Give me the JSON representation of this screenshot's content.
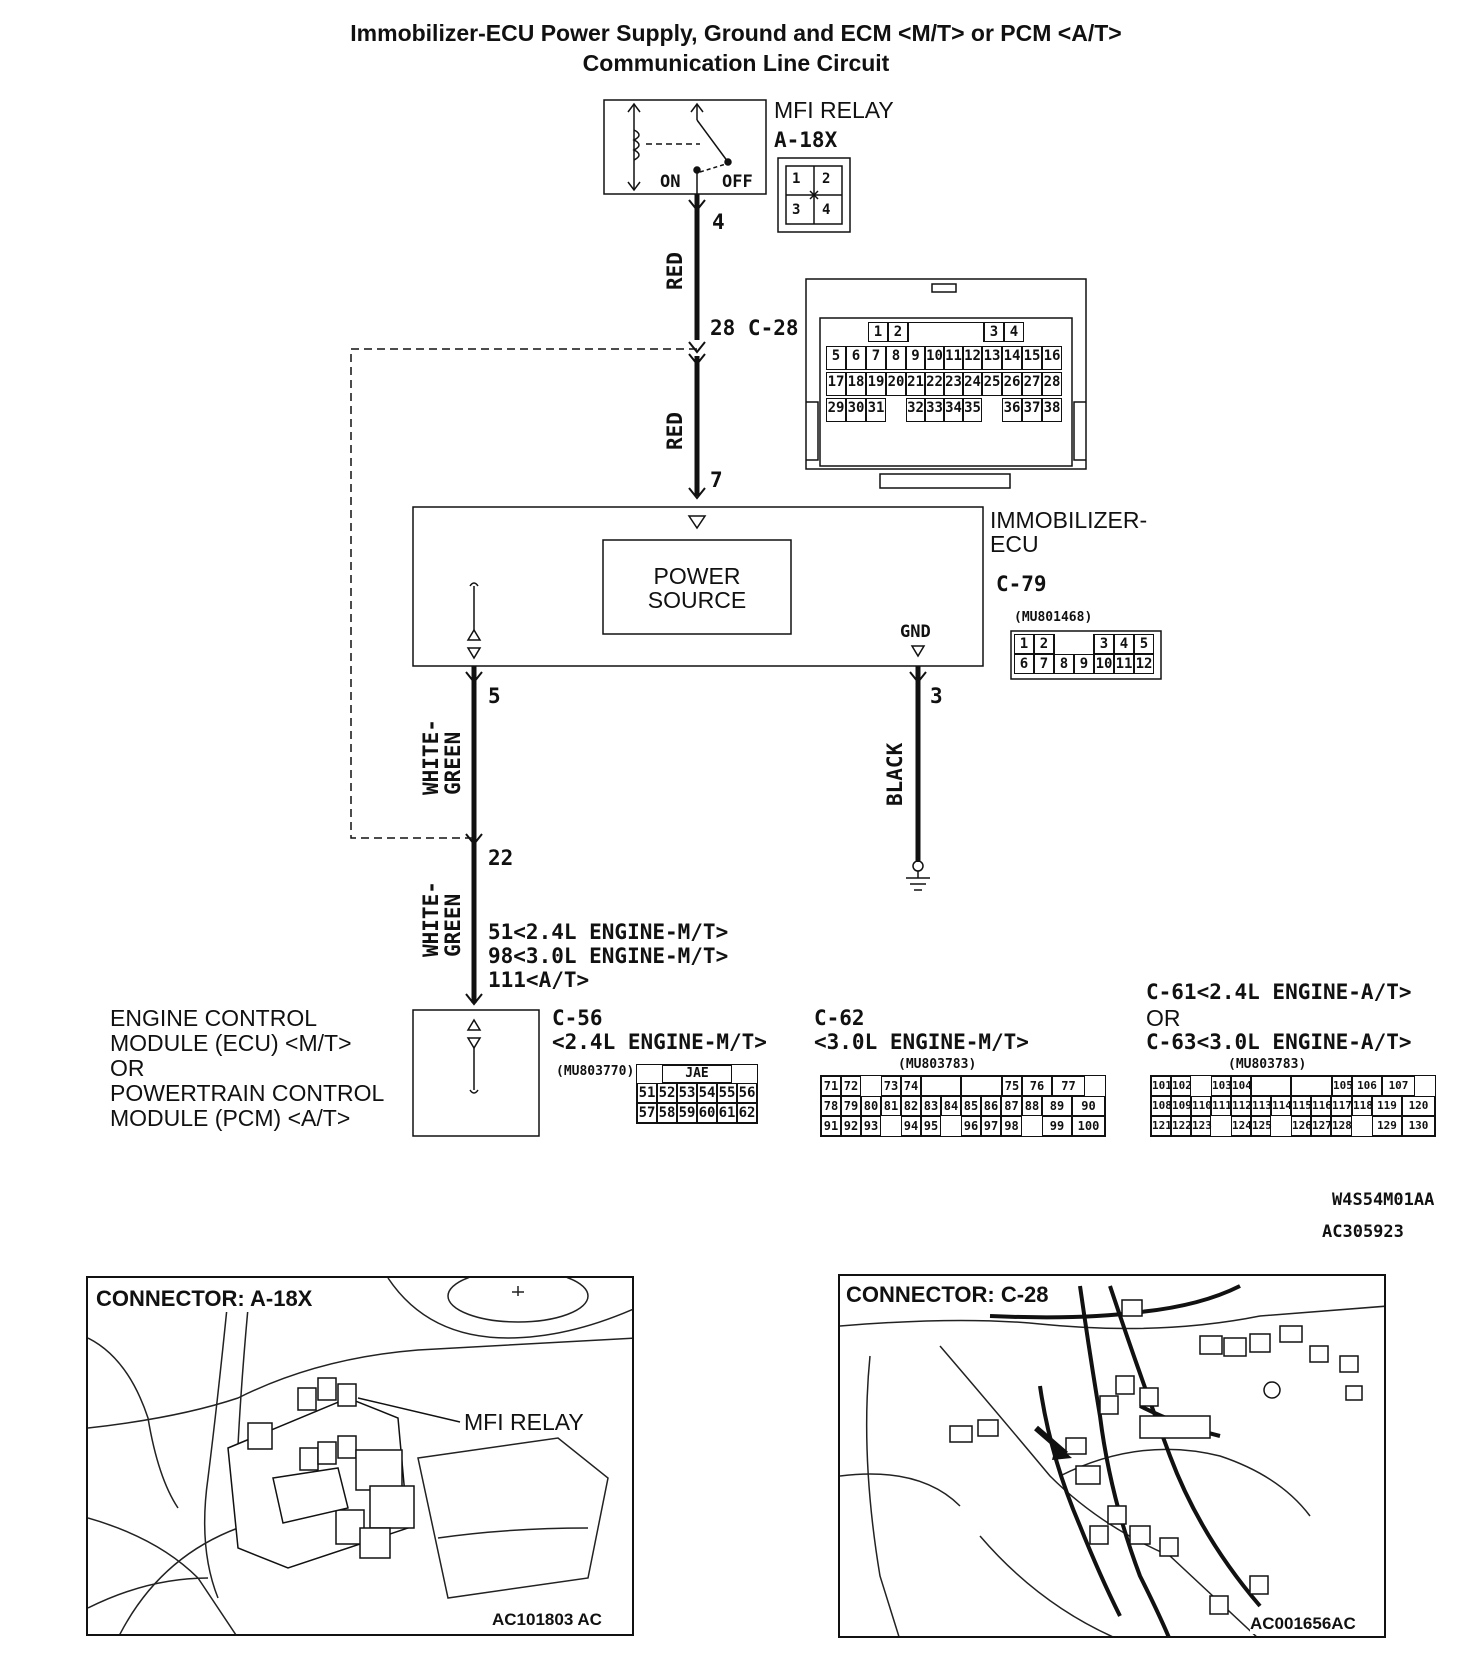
{
  "title": {
    "line1": "Immobilizer-ECU Power Supply, Ground and ECM <M/T> or PCM <A/T>",
    "line2": "Communication Line Circuit"
  },
  "relay": {
    "name": "MFI RELAY",
    "connector": "A-18X",
    "on_label": "ON",
    "off_label": "OFF",
    "output_pin": "4",
    "pins": [
      "1",
      "2",
      "3",
      "4"
    ]
  },
  "wires": {
    "red_1": "RED",
    "red_2": "RED",
    "white_green_1": "WHITE-\nGREEN",
    "white_green_2": "WHITE-\nGREEN",
    "black": "BLACK"
  },
  "junction_c28": {
    "label": "28 C-28",
    "pin_to_ecu": "7",
    "pins_row1": [
      "1",
      "2",
      "3",
      "4"
    ],
    "pins_row2": [
      "5",
      "6",
      "7",
      "8",
      "9",
      "10",
      "11",
      "12",
      "13",
      "14",
      "15",
      "16"
    ],
    "pins_row3": [
      "17",
      "18",
      "19",
      "20",
      "21",
      "22",
      "23",
      "24",
      "25",
      "26",
      "27",
      "28"
    ],
    "pins_row4": [
      "29",
      "30",
      "31",
      "32",
      "33",
      "34",
      "35",
      "36",
      "37",
      "38"
    ]
  },
  "immobilizer_ecu": {
    "name_line1": "IMMOBILIZER-",
    "name_line2": "ECU",
    "connector": "C-79",
    "part_no": "(MU801468)",
    "power_source_line1": "POWER",
    "power_source_line2": "SOURCE",
    "gnd_label": "GND",
    "pin_comm": "5",
    "pin_gnd": "3",
    "pins_row1": [
      "1",
      "2",
      "",
      "3",
      "4",
      "5"
    ],
    "pins_row2": [
      "6",
      "7",
      "8",
      "9",
      "10",
      "11",
      "12"
    ]
  },
  "junction_22": "22",
  "ecm_pins": {
    "line1": "51<2.4L ENGINE-M/T>",
    "line2": "98<3.0L ENGINE-M/T>",
    "line3": "111<A/T>"
  },
  "ecm": {
    "line1": "ENGINE CONTROL",
    "line2": "MODULE (ECU) <M/T>",
    "line3": "OR",
    "line4": "POWERTRAIN CONTROL",
    "line5": "MODULE (PCM) <A/T>"
  },
  "c56": {
    "connector": "C-56",
    "variant": "<2.4L ENGINE-M/T>",
    "part_no": "(MU803770)",
    "maker": "JAE",
    "row1": [
      "51",
      "52",
      "53",
      "54",
      "55",
      "56"
    ],
    "row2": [
      "57",
      "58",
      "59",
      "60",
      "61",
      "62"
    ]
  },
  "c62": {
    "connector": "C-62",
    "variant": "<3.0L ENGINE-M/T>",
    "part_no": "(MU803783)",
    "row1": [
      "71",
      "72",
      "",
      "73",
      "74",
      "",
      "",
      "75",
      "76",
      "77"
    ],
    "row2": [
      "78",
      "79",
      "80",
      "81",
      "82",
      "83",
      "84",
      "85",
      "86",
      "87",
      "88",
      "89",
      "90"
    ],
    "row3": [
      "91",
      "92",
      "93",
      "",
      "94",
      "95",
      "",
      "96",
      "97",
      "98",
      "",
      "99",
      "100"
    ]
  },
  "c61": {
    "connector": "C-61<2.4L ENGINE-A/T>",
    "or_label": "OR",
    "connector2": "C-63<3.0L ENGINE-A/T>",
    "part_no": "(MU803783)",
    "row1": [
      "101",
      "102",
      "",
      "103",
      "104",
      "",
      "",
      "105",
      "106",
      "107"
    ],
    "row2": [
      "108",
      "109",
      "110",
      "111",
      "112",
      "113",
      "114",
      "115",
      "116",
      "117",
      "118",
      "119",
      "120"
    ],
    "row3": [
      "121",
      "122",
      "123",
      "",
      "124",
      "125",
      "",
      "126",
      "127",
      "128",
      "",
      "129",
      "130"
    ]
  },
  "codes": {
    "code1": "W4S54M01AA",
    "code2": "AC305923"
  },
  "photo_left": {
    "title": "CONNECTOR: A-18X",
    "callout": "MFI RELAY",
    "code": "AC101803 AC"
  },
  "photo_right": {
    "title": "CONNECTOR: C-28",
    "code": "AC001656AC"
  }
}
